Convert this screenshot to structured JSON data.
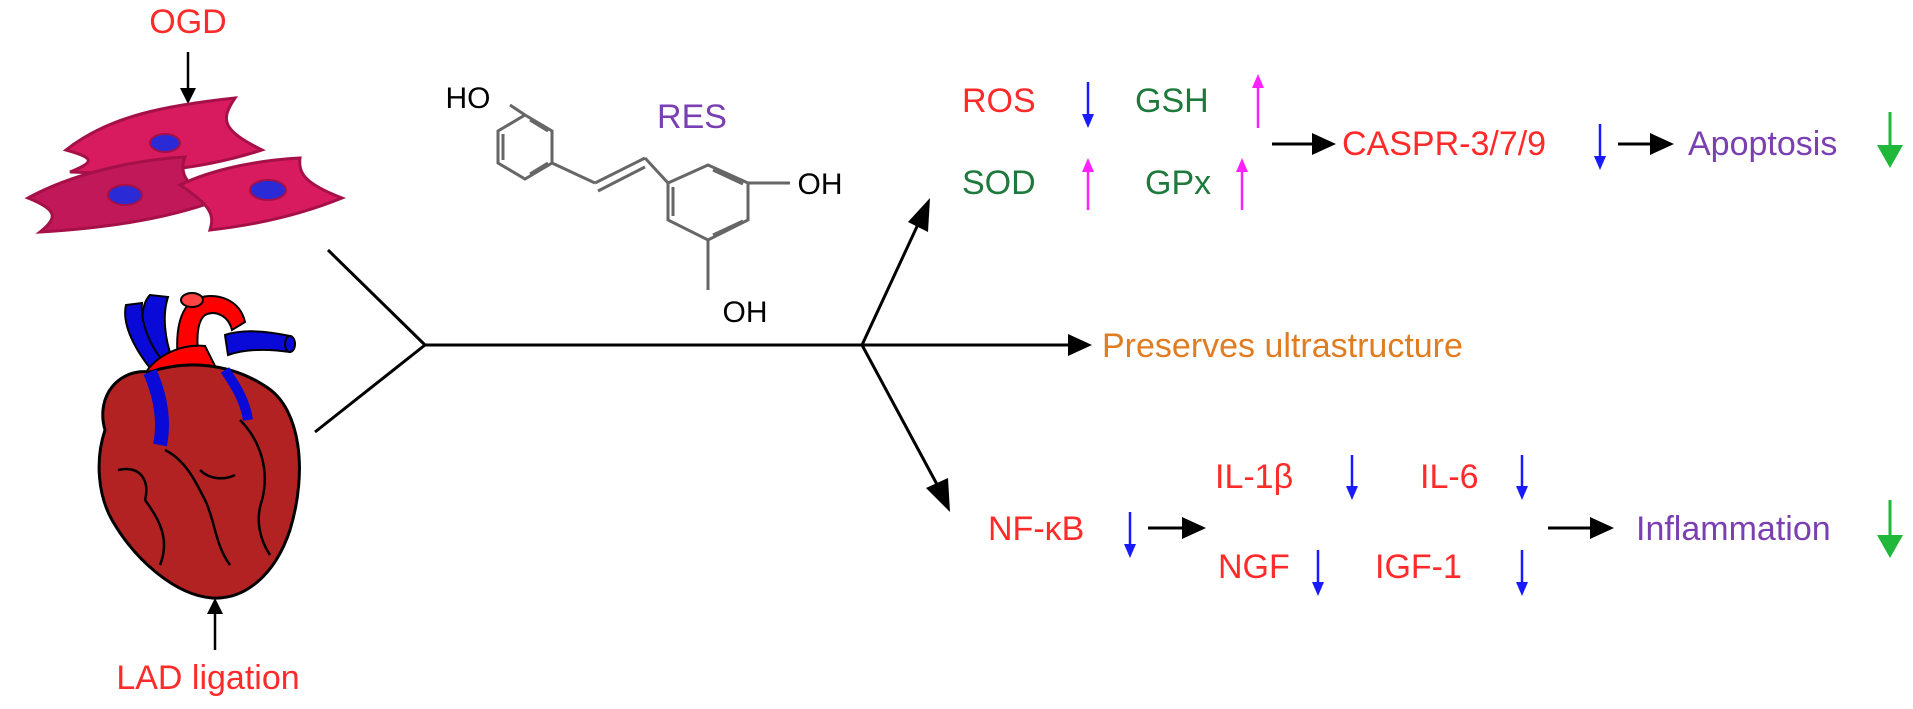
{
  "inputs": {
    "top_label": "OGD",
    "bottom_label": "LAD ligation"
  },
  "compound": {
    "name": "RES",
    "groups": [
      "HO",
      "OH",
      "OH"
    ]
  },
  "branch_top": {
    "markers": [
      {
        "label": "ROS",
        "direction": "down"
      },
      {
        "label": "GSH",
        "direction": "up"
      },
      {
        "label": "SOD",
        "direction": "up"
      },
      {
        "label": "GPx",
        "direction": "up"
      }
    ],
    "caspase": {
      "label": "CASPR-3/7/9",
      "direction": "down"
    },
    "outcome": {
      "label": "Apoptosis",
      "direction": "down"
    }
  },
  "branch_middle": {
    "outcome": "Preserves ultrastructure"
  },
  "branch_bottom": {
    "nfkb": {
      "label": "NF-κB",
      "direction": "down"
    },
    "markers": [
      {
        "label": "IL-1β",
        "direction": "down"
      },
      {
        "label": "IL-6",
        "direction": "down"
      },
      {
        "label": "NGF",
        "direction": "down"
      },
      {
        "label": "IGF-1",
        "direction": "down"
      }
    ],
    "outcome": {
      "label": "Inflammation",
      "direction": "down"
    }
  },
  "colors": {
    "red_label": "#ff2a2a",
    "green_label": "#1e7a3c",
    "purple_label": "#7a3fb0",
    "orange_label": "#e07d22",
    "arrow_down": "#1a1aff",
    "arrow_up": "#ff22ff",
    "outcome_arrow": "#1fb83a",
    "cell_fill": "#d81b5e",
    "nucleus": "#2a2ad6",
    "heart_red": "#b32222",
    "vessel_blue": "#0a0ad8"
  }
}
